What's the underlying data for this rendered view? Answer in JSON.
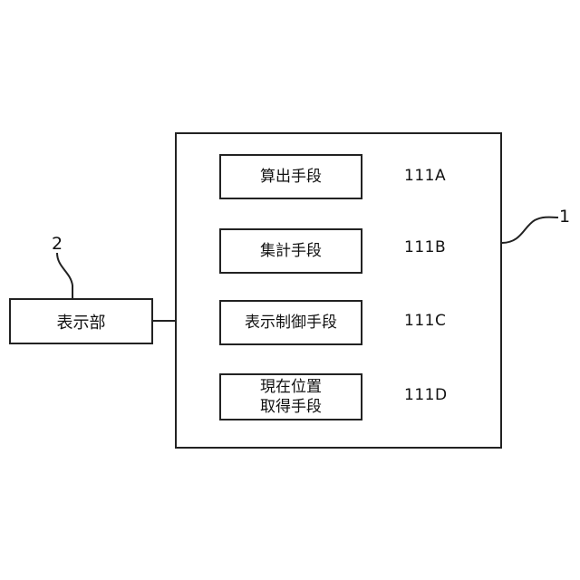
{
  "diagram": {
    "system_ref": "1",
    "display_ref": "2",
    "display_label": "表示部",
    "units": [
      {
        "label_lines": [
          "算出手段"
        ],
        "ref": "111A"
      },
      {
        "label_lines": [
          "集計手段"
        ],
        "ref": "111B"
      },
      {
        "label_lines": [
          "表示制御手段"
        ],
        "ref": "111C"
      },
      {
        "label_lines": [
          "現在位置",
          "取得手段"
        ],
        "ref": "111D"
      }
    ]
  }
}
